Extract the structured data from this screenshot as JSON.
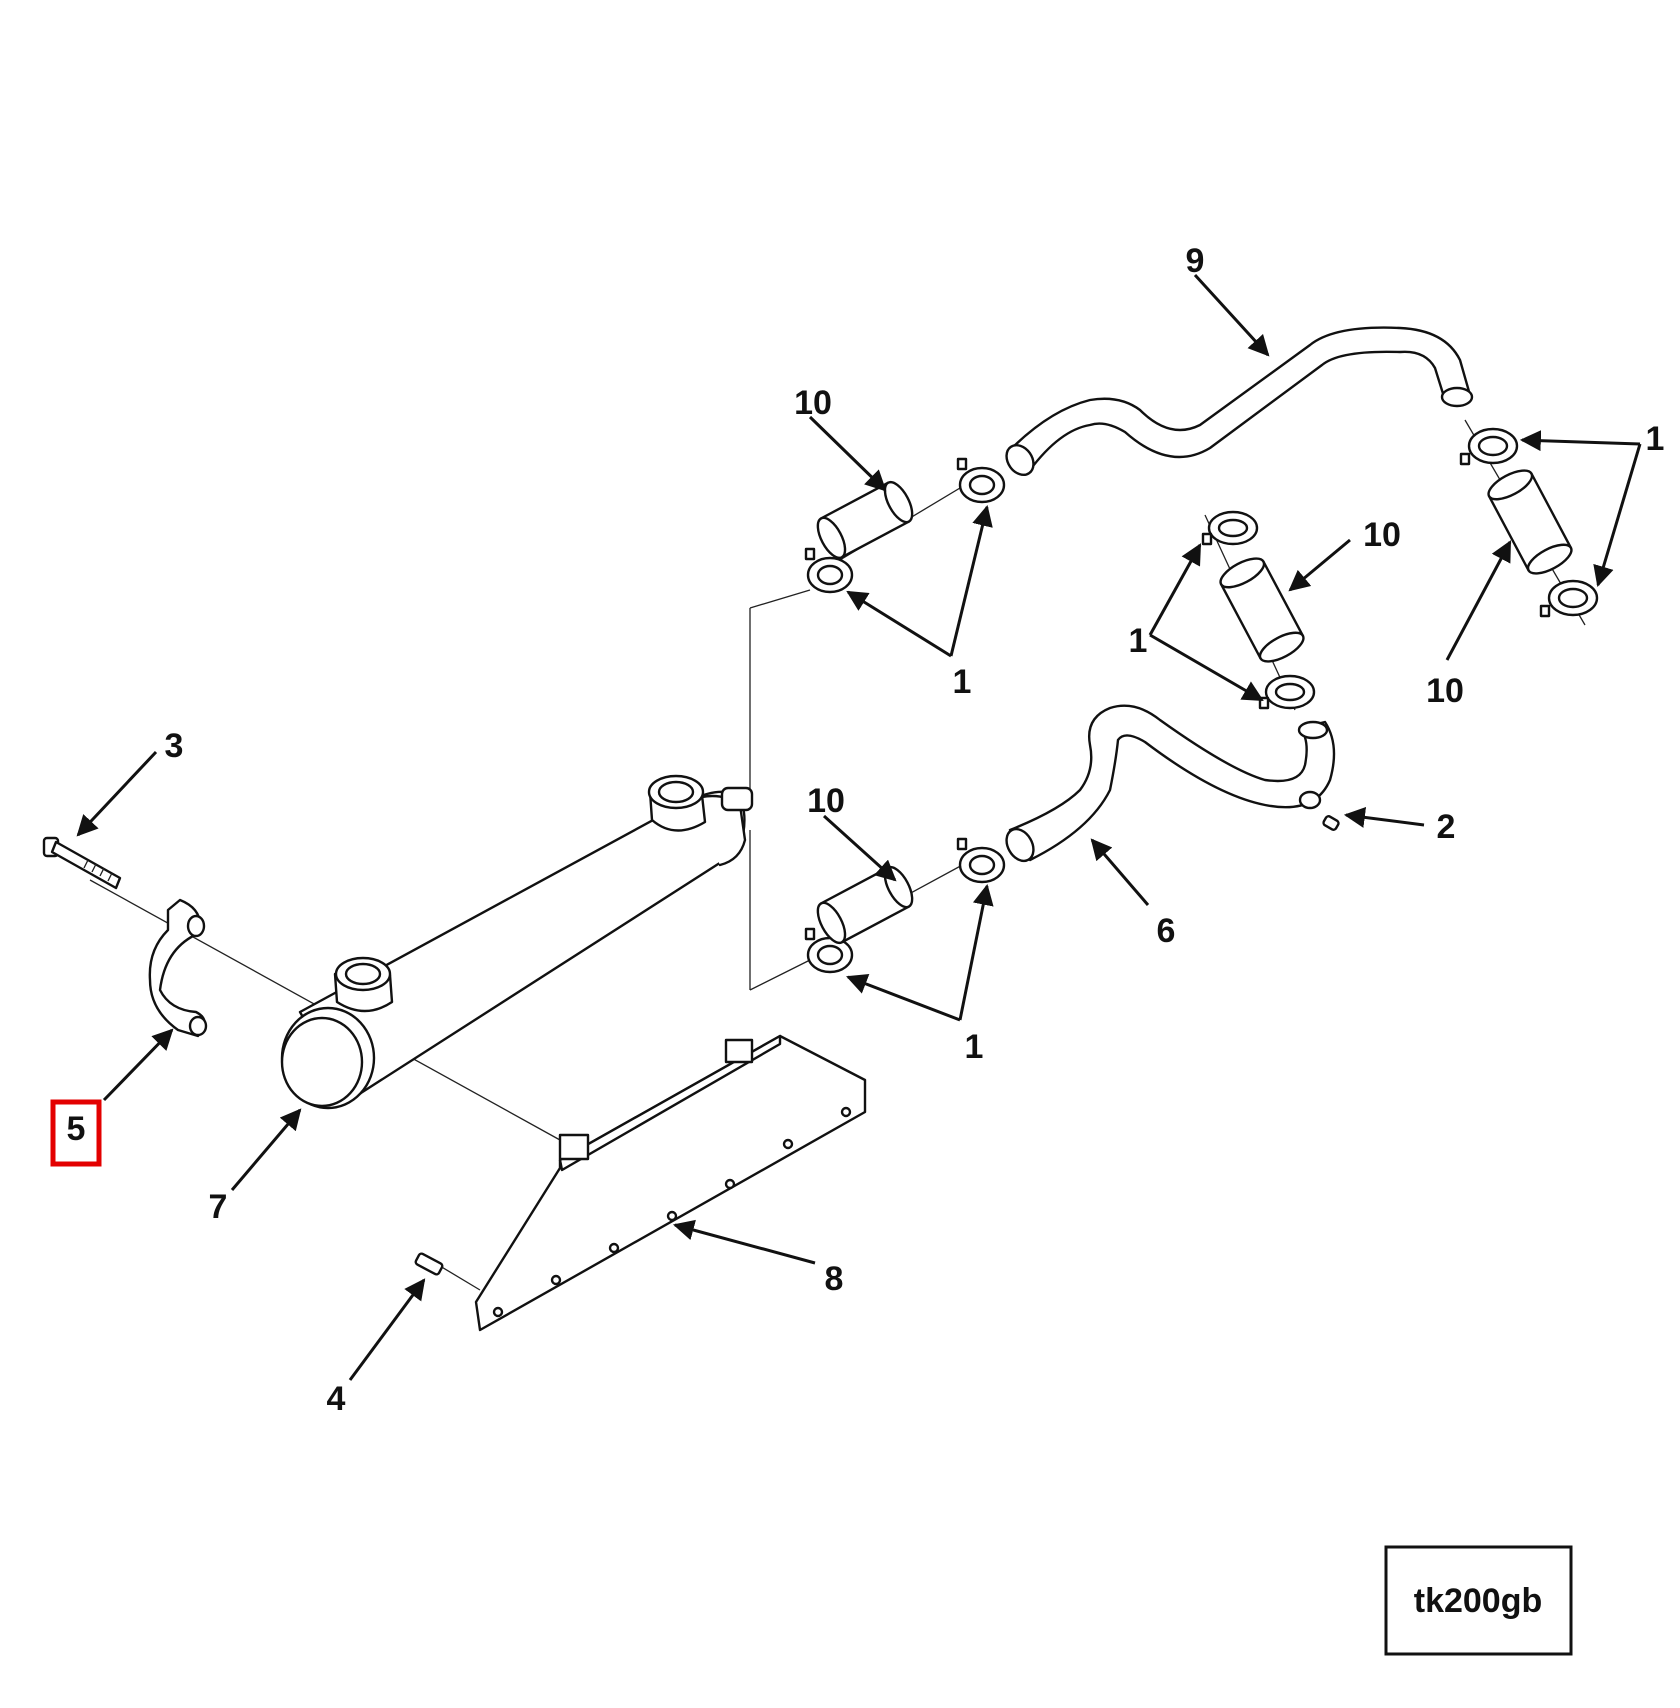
{
  "callouts": {
    "c1a": "1",
    "c1b": "1",
    "c1c": "1",
    "c1d": "1",
    "c2": "2",
    "c3": "3",
    "c4": "4",
    "c5": "5",
    "c6": "6",
    "c7": "7",
    "c8": "8",
    "c9": "9",
    "c10a": "10",
    "c10b": "10",
    "c10c": "10",
    "c10d": "10"
  },
  "highlighted_callout": "5",
  "highlight_color": "#e30000",
  "reference_box": {
    "text": "tk200gb"
  }
}
